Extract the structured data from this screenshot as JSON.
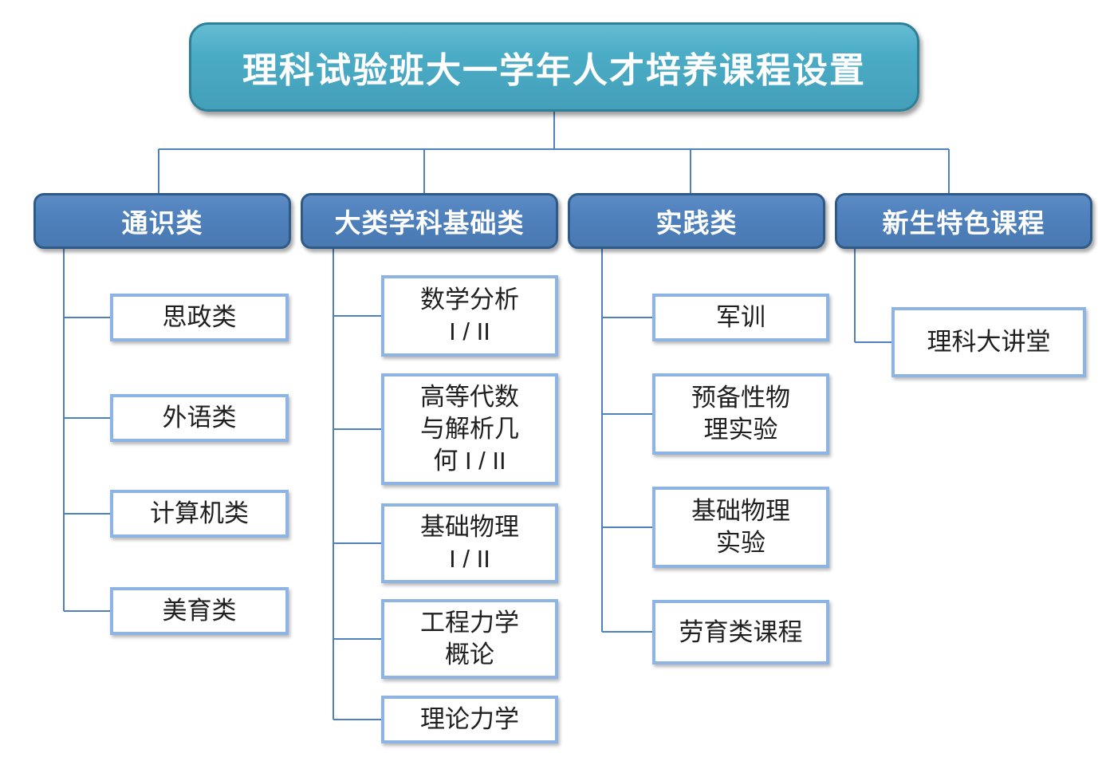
{
  "title": "理科试验班大一学年人才培养课程设置",
  "categories": [
    {
      "label": "通识类",
      "children": [
        {
          "label": "思政类"
        },
        {
          "label": "外语类"
        },
        {
          "label": "计算机类"
        },
        {
          "label": "美育类"
        }
      ]
    },
    {
      "label": "大类学科基础类",
      "children": [
        {
          "label": "数学分析\nI / II"
        },
        {
          "label": "高等代数\n与解析几\n何 I / II"
        },
        {
          "label": "基础物理\nI / II"
        },
        {
          "label": "工程力学\n概论"
        },
        {
          "label": "理论力学"
        }
      ]
    },
    {
      "label": "实践类",
      "children": [
        {
          "label": "军训"
        },
        {
          "label": "预备性物\n理实验"
        },
        {
          "label": "基础物理\n实验"
        },
        {
          "label": "劳育类课程"
        }
      ]
    },
    {
      "label": "新生特色课程",
      "children": [
        {
          "label": "理科大讲堂"
        }
      ]
    }
  ],
  "colors": {
    "title_fill": "#4BACC6",
    "title_border": "#2F7F97",
    "category_fill": "#4F81BD",
    "category_border": "#2E5A87",
    "child_fill": "#FFFFFF",
    "child_border": "#8EB4E3",
    "connector": "#4F81BD",
    "text_on_fill": "#FFFFFF",
    "child_text": "#1F1F1F"
  }
}
